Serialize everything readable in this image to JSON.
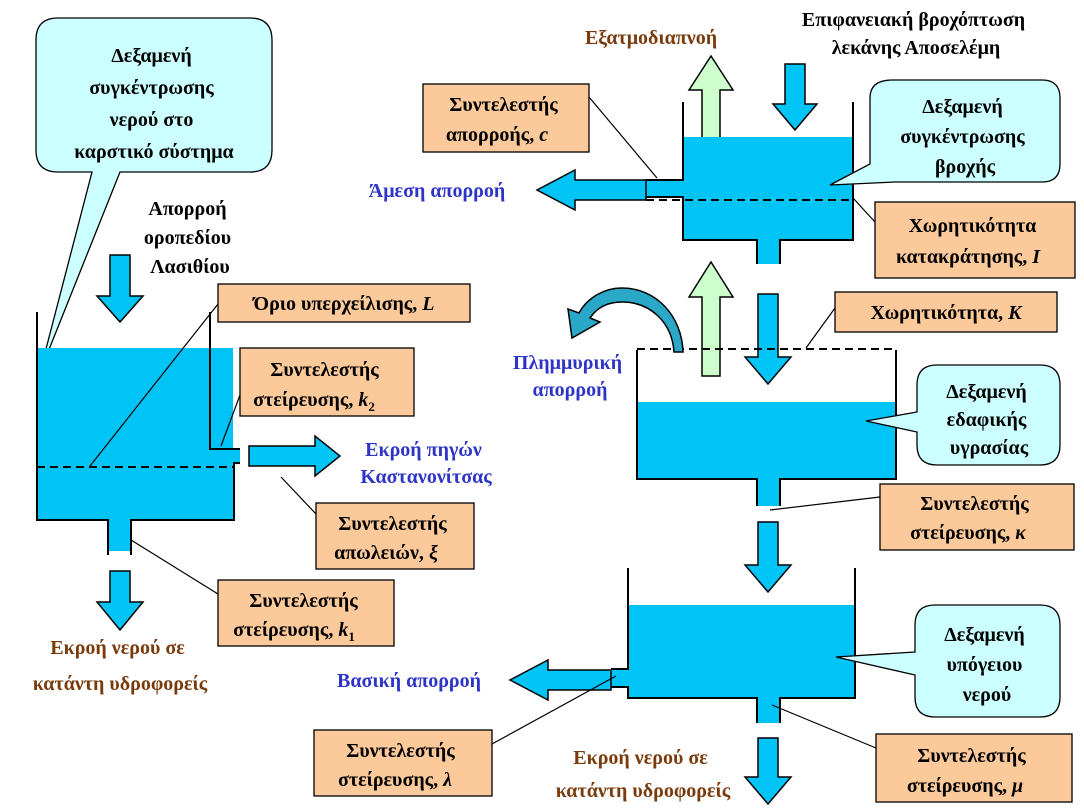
{
  "colors": {
    "water": "#00c3f6",
    "label_box": "#fbc99a",
    "callout": "#ccffff",
    "evaporation_arrow": "#ccffcc",
    "output_text": "#7a3b0c",
    "flow_text": "#2e34c8"
  },
  "left_system": {
    "callout": [
      "Δεξαμενή",
      "συγκέντρωσης",
      "νερού στο",
      "καρστικό σύστημα"
    ],
    "inflow_label": [
      "Απορροή",
      "οροπεδίου",
      "Λασιθίου"
    ],
    "overflow_limit": {
      "text": "Όριο υπερχείλισης, ",
      "symbol": "L"
    },
    "spring_coef": {
      "line1": "Συντελεστής",
      "line2": "στείρευσης, ",
      "symbol": "k",
      "sub": "2"
    },
    "spring_outflow": [
      "Εκροή πηγών",
      "Καστανονίτσας"
    ],
    "losses_coef": {
      "line1": "Συντελεστής",
      "line2": "απωλειών, ",
      "symbol": "ξ"
    },
    "bottom_coef": {
      "line1": "Συντελεστής",
      "line2": "στείρευσης, ",
      "symbol": "k",
      "sub": "1"
    },
    "bottom_outflow": [
      "Εκροή νερού σε",
      "κατάντη υδροφορείς"
    ]
  },
  "right_system": {
    "evapotranspiration": "Εξατμοδιαπνοή",
    "rainfall": [
      "Επιφανειακή βροχόπτωση",
      "λεκάνης Αποσελέμη"
    ],
    "runoff_coef": {
      "line1": "Συντελεστής",
      "line2": "απορροής, ",
      "symbol": "c"
    },
    "direct_runoff": "Άμεση απορροή",
    "rain_tank_callout": [
      "Δεξαμενή",
      "συγκέντρωσης",
      "βροχής"
    ],
    "retention_capacity": {
      "line1": "Χωρητικότητα",
      "line2": "κατακράτησης, ",
      "symbol": "I"
    },
    "capacity": {
      "text": "Χωρητικότητα, ",
      "symbol": "K"
    },
    "flood_runoff": [
      "Πλημμυρική",
      "απορροή"
    ],
    "soil_tank_callout": [
      "Δεξαμενή",
      "εδαφικής",
      "υγρασίας"
    ],
    "soil_coef": {
      "line1": "Συντελεστής",
      "line2": "στείρευσης, ",
      "symbol": "κ"
    },
    "ground_tank_callout": [
      "Δεξαμενή",
      "υπόγειου",
      "νερού"
    ],
    "baseflow": "Βασική απορροή",
    "baseflow_coef": {
      "line1": "Συντελεστής",
      "line2": "στείρευσης, ",
      "symbol": "λ"
    },
    "bottom_outflow": [
      "Εκροή νερού σε",
      "κατάντη υδροφορείς"
    ],
    "ground_coef": {
      "line1": "Συντελεστής",
      "line2": "στείρευσης, ",
      "symbol": "μ"
    }
  }
}
